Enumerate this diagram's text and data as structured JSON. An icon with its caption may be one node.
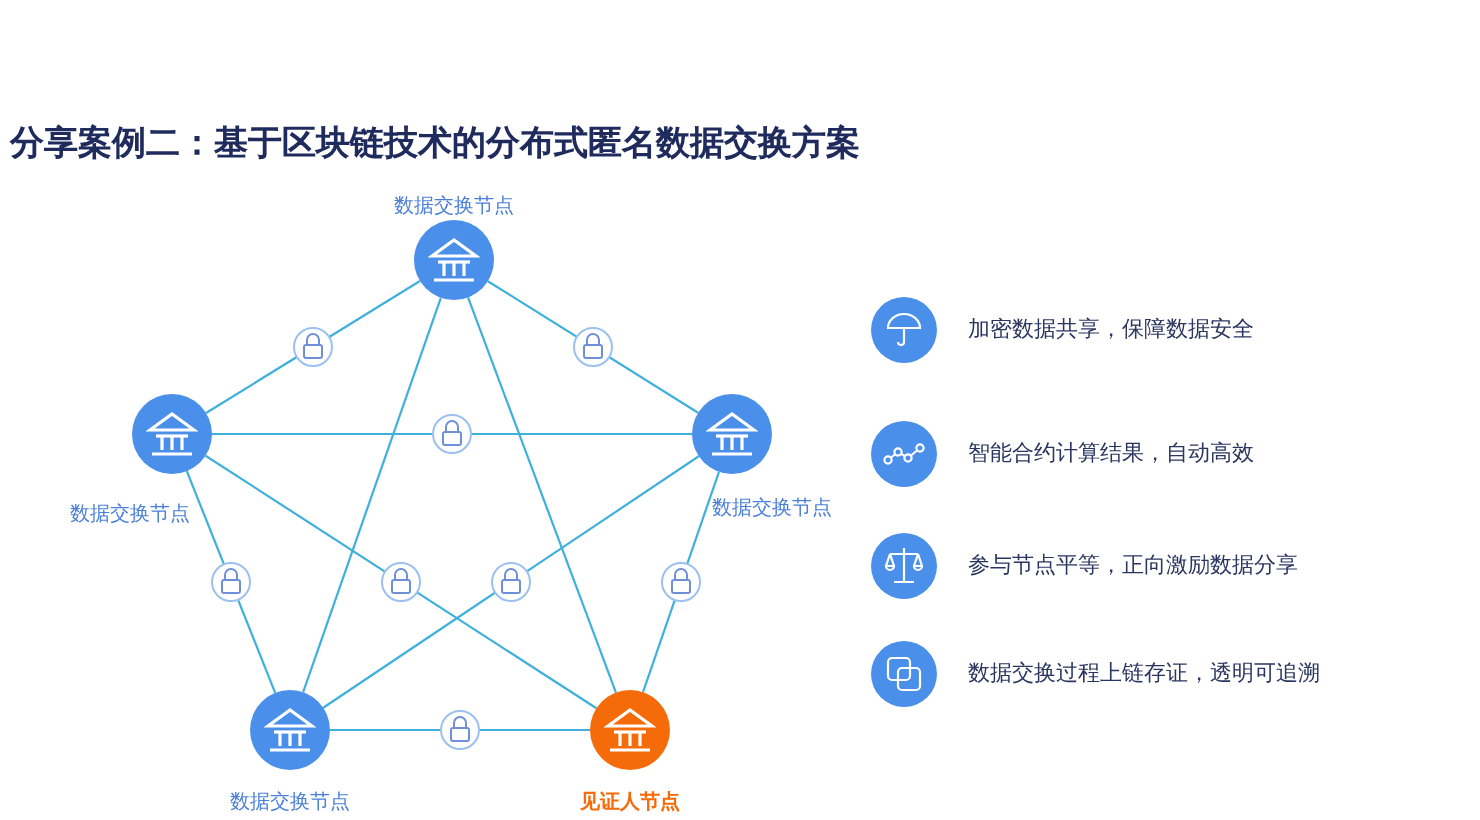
{
  "diagram": {
    "title": "分享案例二：基于区块链技术的分布式匿名数据交换方案",
    "nodes": [
      {
        "text": [
          "数据交换节点"
        ]
      },
      {
        "text": [
          "数据交换节点"
        ]
      },
      {
        "text": [
          "数据交换节点"
        ]
      },
      {
        "text": [
          "数据交换节点"
        ]
      },
      {
        "text": [
          "见证人节点"
        ]
      }
    ],
    "edges": [
      {
        "from": 0,
        "to": 1,
        "arrow": "none"
      },
      {
        "from": 0,
        "to": 2,
        "arrow": "none"
      },
      {
        "from": 1,
        "to": 2,
        "arrow": "none"
      },
      {
        "from": 1,
        "to": 3,
        "arrow": "none"
      },
      {
        "from": 2,
        "to": 4,
        "arrow": "none"
      },
      {
        "from": 3,
        "to": 4,
        "arrow": "none"
      },
      {
        "from": 0,
        "to": 3,
        "arrow": "none"
      },
      {
        "from": 0,
        "to": 4,
        "arrow": "none"
      },
      {
        "from": 1,
        "to": 4,
        "arrow": "none"
      },
      {
        "from": 2,
        "to": 3,
        "arrow": "none"
      }
    ],
    "labels": [
      "加密数据共享，保障数据安全",
      "智能合约计算结果，自动高效",
      "参与节点平等，正向激励数据分享",
      "数据交换过程上链存证，透明可追溯"
    ]
  }
}
